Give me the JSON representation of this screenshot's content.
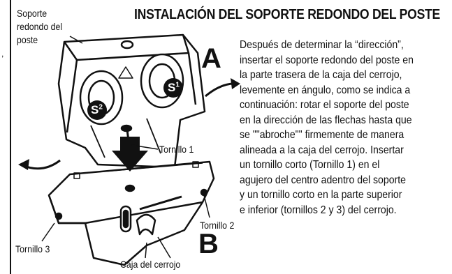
{
  "title": "INSTALACIÓN DEL SOPORTE REDONDO DEL POSTE",
  "labels": {
    "bracket_line1": "Soporte",
    "bracket_line2": "redondo del",
    "bracket_line3": "poste",
    "screw1": "Tornillo 1",
    "screw2": "Tornillo 2",
    "screw3": "Tornillo  3",
    "bolt_box": "Caja del cerrojo",
    "letter_a": "A",
    "letter_b": "B",
    "s1": "S",
    "s1_sup": "1",
    "s2": "S",
    "s2_sup": "2",
    "stray_comma": ","
  },
  "instructions": [
    "Después de determinar la “dirección”,",
    "insertar el soporte redondo del poste en",
    "la parte trasera de la caja del cerrojo,",
    "levemente en ángulo, como se indica a",
    "continuación: rotar el soporte del poste",
    "en la dirección de las flechas hasta que",
    "se \"\"abroche\"\" firmemente de manera",
    "alineada a la caja del cerrojo. Insertar",
    "un tornillo corto (Tornillo 1) en el",
    "agujero del centro adentro del soporte",
    "y un tornillo corto en la parte superior",
    "e inferior (tornillos 2 y 3) del cerrojo."
  ]
}
